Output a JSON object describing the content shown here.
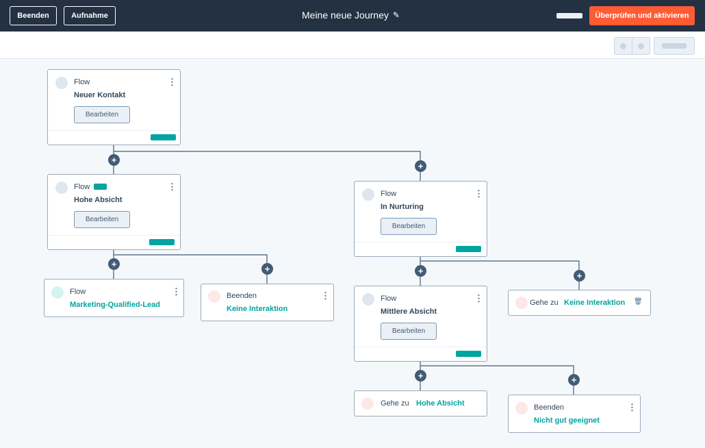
{
  "topbar": {
    "exit_label": "Beenden",
    "record_label": "Aufnahme",
    "journey_title": "Meine neue Journey",
    "activate_label": "Überprüfen und aktivieren"
  },
  "icons": {
    "edit": "pencil-icon",
    "add": "plus-icon",
    "menu": "kebab-icon",
    "delete": "trash-icon"
  },
  "colors": {
    "topbar": "#233142",
    "accent": "#ff5c35",
    "link": "#00a4a0",
    "connector": "#425b76"
  },
  "nodes": {
    "new_contact": {
      "type": "Flow",
      "title": "Neuer Kontakt",
      "button": "Bearbeiten"
    },
    "high_intent": {
      "type": "Flow",
      "title": "Hohe Absicht",
      "button": "Bearbeiten"
    },
    "nurturing": {
      "type": "Flow",
      "title": "In Nurturing",
      "button": "Bearbeiten"
    },
    "mql": {
      "type": "Flow",
      "title": "Marketing-Qualified-Lead"
    },
    "no_interaction_end": {
      "type": "Beenden",
      "title": "Keine Interaktion"
    },
    "medium_intent": {
      "type": "Flow",
      "title": "Mittlere Absicht",
      "button": "Bearbeiten"
    },
    "goto_no_interaction": {
      "prefix": "Gehe zu",
      "title": "Keine Interaktion"
    },
    "goto_high_intent": {
      "prefix": "Gehe zu",
      "title": "Hohe Absicht"
    },
    "not_qualified_end": {
      "type": "Beenden",
      "title": "Nicht gut geeignet"
    }
  },
  "plus_symbol": "+",
  "kebab_symbol": "⋮",
  "pencil_symbol": "✎",
  "trash_symbol": "🗑"
}
